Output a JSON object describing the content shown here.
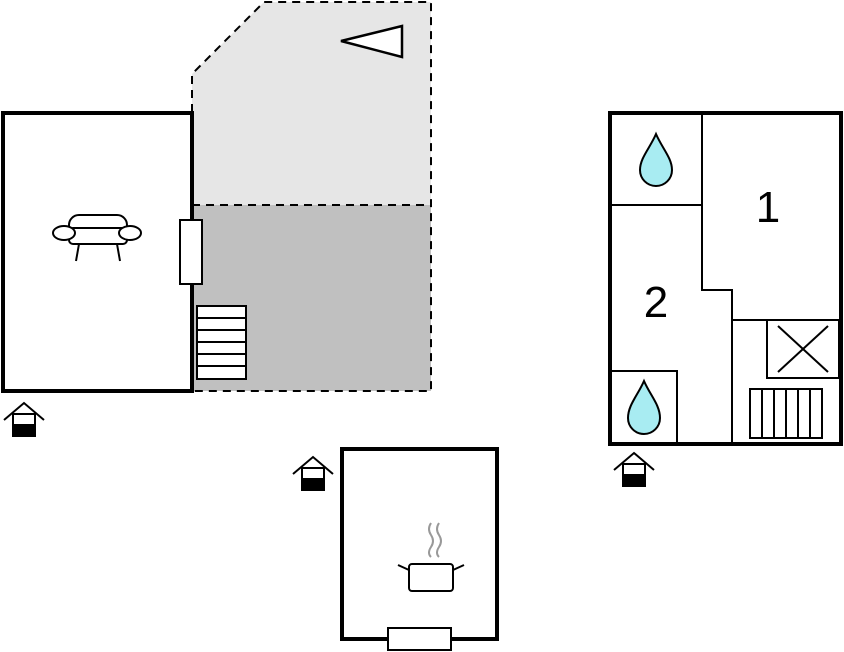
{
  "floorplan": {
    "colors": {
      "wall": "#000000",
      "terrace_light": "#e6e6e6",
      "terrace_dark": "#c0c0c0",
      "water": "#a8ecf2",
      "background": "#ffffff"
    },
    "rooms": [
      {
        "id": "bedroom-1",
        "label": "1"
      },
      {
        "id": "bedroom-2",
        "label": "2"
      }
    ],
    "icons": [
      "sofa-icon",
      "window-icon",
      "stairs-icon",
      "compass-arrow-icon",
      "water-drop-icon",
      "cooking-pot-icon",
      "entrance-house-icon",
      "box-x-icon"
    ]
  }
}
